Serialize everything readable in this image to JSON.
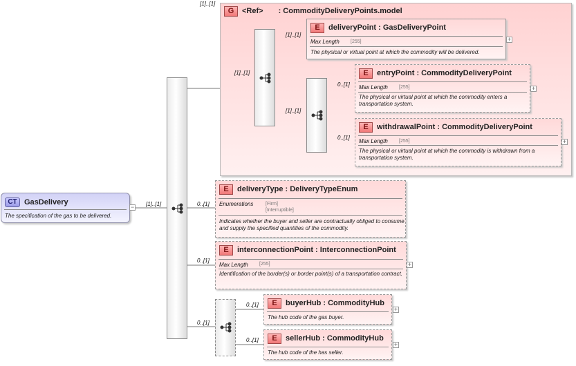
{
  "root": {
    "badge": "CT",
    "name": "GasDelivery",
    "doc": "The specification of the gas to be delivered.",
    "collapse": "−",
    "cardinality": "[1]..[1]"
  },
  "group_ref": {
    "outer_cardinality": "[1]..[1]",
    "badge": "G",
    "ref": "<Ref>",
    "name": ": CommodityDeliveryPoints.model",
    "seq_cardinality": "[1]..[1]"
  },
  "elements": {
    "deliveryPoint": {
      "badge": "E",
      "title": "deliveryPoint : GasDeliveryPoint",
      "cardinality": "[1]..[1]",
      "facet_label": "Max Length",
      "facet_value": "[255]",
      "doc": "The physical or virtual point at which the commodity will be delivered.",
      "expand": "+"
    },
    "choice_cardinality": "[1]..[1]",
    "entryPoint": {
      "badge": "E",
      "title": "entryPoint : CommodityDeliveryPoint",
      "cardinality": "0..[1]",
      "facet_label": "Max Length",
      "facet_value": "[255]",
      "doc": "The physical or virtual point at which the commodity enters a transportation system.",
      "expand": "+"
    },
    "withdrawalPoint": {
      "badge": "E",
      "title": "withdrawalPoint : CommodityDeliveryPoint",
      "cardinality": "0..[1]",
      "facet_label": "Max Length",
      "facet_value": "[255]",
      "doc": "The physical or virtual point at which the commodity is withdrawn from a transportation system.",
      "expand": "+"
    },
    "deliveryType": {
      "badge": "E",
      "title": "deliveryType : DeliveryTypeEnum",
      "cardinality": "0..[1]",
      "facet_label": "Enumerations",
      "enum_values": [
        "[Firm]",
        "[Interruptible]"
      ],
      "doc": "Indicates whether the buyer and seller are contractually obliged to consume and supply the specified quantities of the commodity."
    },
    "interconnectionPoint": {
      "badge": "E",
      "title": "interconnectionPoint : InterconnectionPoint",
      "cardinality": "0..[1]",
      "facet_label": "Max Length",
      "facet_value": "[255]",
      "doc": "Identification of the border(s) or border point(s) of a transportation contract.",
      "expand": "+"
    },
    "hub_sequence_cardinality": "0..[1]",
    "buyerHub": {
      "badge": "E",
      "title": "buyerHub : CommodityHub",
      "cardinality": "0..[1]",
      "doc": "The hub code of the gas buyer.",
      "expand": "+"
    },
    "sellerHub": {
      "badge": "E",
      "title": "sellerHub : CommodityHub",
      "cardinality": "0..[1]",
      "doc": "The hub code of the has seller.",
      "expand": "+"
    }
  }
}
